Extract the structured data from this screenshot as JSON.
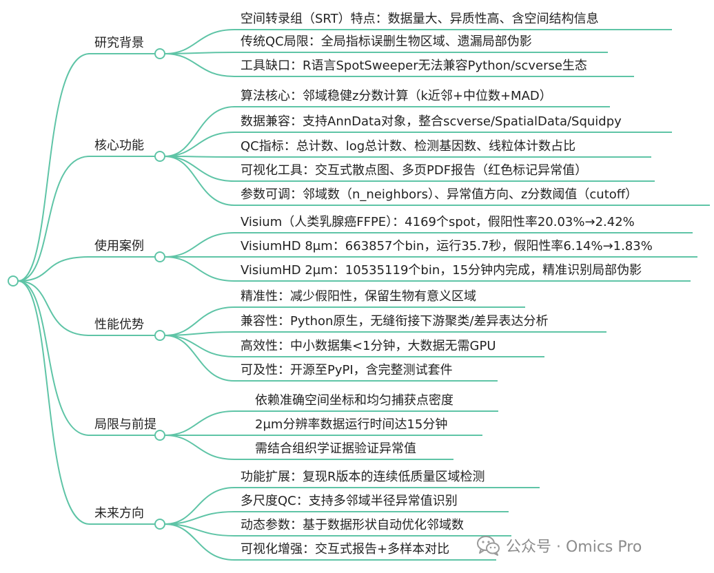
{
  "mindmap": {
    "line_color": "#5ec4a6",
    "branches": [
      {
        "label": "研究背景",
        "items": [
          "空间转录组（SRT）特点：数据量大、异质性高、含空间结构信息",
          "传统QC局限：全局指标误删生物区域、遗漏局部伪影",
          "工具缺口：R语言SpotSweeper无法兼容Python/scverse生态"
        ]
      },
      {
        "label": "核心功能",
        "items": [
          "算法核心：邻域稳健z分数计算（k近邻+中位数+MAD）",
          "数据兼容：支持AnnData对象，整合scverse/SpatialData/Squidpy",
          "QC指标：总计数、log总计数、检测基因数、线粒体计数占比",
          "可视化工具：交互式散点图、多页PDF报告（红色标记异常值）",
          "参数可调：邻域数（n_neighbors）、异常值方向、z分数阈值（cutoff）"
        ]
      },
      {
        "label": "使用案例",
        "items": [
          "Visium（人类乳腺癌FFPE）：4169个spot，假阳性率20.03%→2.42%",
          "VisiumHD 8μm：663857个bin，运行35.7秒，假阳性率6.14%→1.83%",
          "VisiumHD 2μm：10535119个bin，15分钟内完成，精准识别局部伪影"
        ]
      },
      {
        "label": "性能优势",
        "items": [
          "精准性：减少假阳性，保留生物有意义区域",
          "兼容性：Python原生，无缝衔接下游聚类/差异表达分析",
          "高效性：中小数据集<1分钟，大数据无需GPU",
          "可及性：开源至PyPI，含完整测试套件"
        ]
      },
      {
        "label": "局限与前提",
        "items": [
          "依赖准确空间坐标和均匀捕获点密度",
          "2μm分辨率数据运行时间达15分钟",
          "需结合组织学证据验证异常值"
        ]
      },
      {
        "label": "未来方向",
        "items": [
          "功能扩展：复现R版本的连续低质量区域检测",
          "多尺度QC：支持多邻域半径异常值识别",
          "动态参数：基于数据形状自动优化邻域数",
          "可视化增强：交互式报告+多样本对比"
        ]
      }
    ]
  },
  "watermark": {
    "text": "公众号 · Omics Pro",
    "icon": "wechat-icon"
  }
}
